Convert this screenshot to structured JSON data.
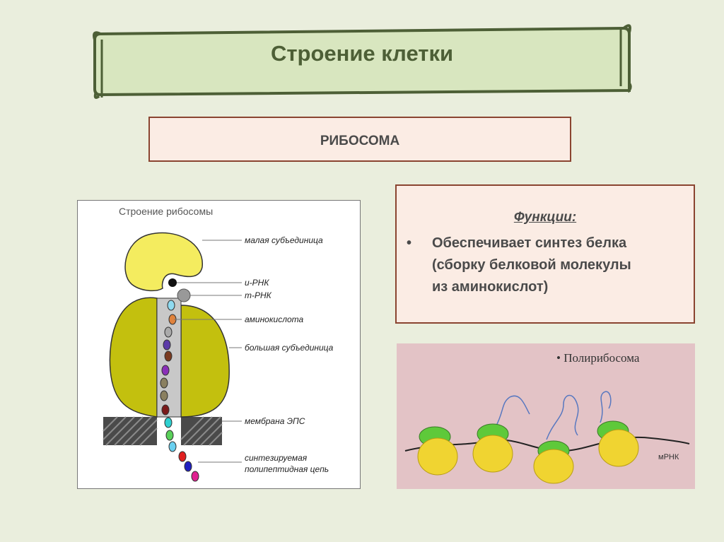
{
  "slide": {
    "title": "Строение клетки",
    "subtitle": "РИБОСОМА"
  },
  "ribosome_diagram": {
    "heading": "Строение рибосомы",
    "labels": {
      "small_subunit": "малая субъединица",
      "u_rna": "u-РНК",
      "m_rna": "m-РНК",
      "amino_acid": "аминокислота",
      "large_subunit": "большая субъединица",
      "er_membrane": "мембрана ЭПС",
      "chain_line1": "синтезируемая",
      "chain_line2": "полипептидная цепь"
    },
    "colors": {
      "small_subunit": "#f4ec5f",
      "large_subunit": "#c3c00e",
      "channel": "#c8c8c8",
      "membrane": "#4a4a4a"
    }
  },
  "functions": {
    "heading": "Функции:",
    "items": [
      {
        "bullet": "•",
        "lines": [
          "Обеспечивает синтез белка",
          "(сборку белковой молекулы",
          "из аминокислот)"
        ]
      }
    ]
  },
  "polysome": {
    "caption": "• Полирибосома",
    "mrna_label": "мРНК",
    "colors": {
      "background": "#e3c3c6",
      "small_subunit": "#5ec93a",
      "large_subunit": "#f0d431",
      "strand": "#5878c0"
    }
  },
  "colors": {
    "background": "#eaeedd",
    "scroll_fill": "#d8e6bf",
    "scroll_border": "#4d5f36",
    "box_fill": "#fbece4",
    "box_border": "#8a4430"
  }
}
